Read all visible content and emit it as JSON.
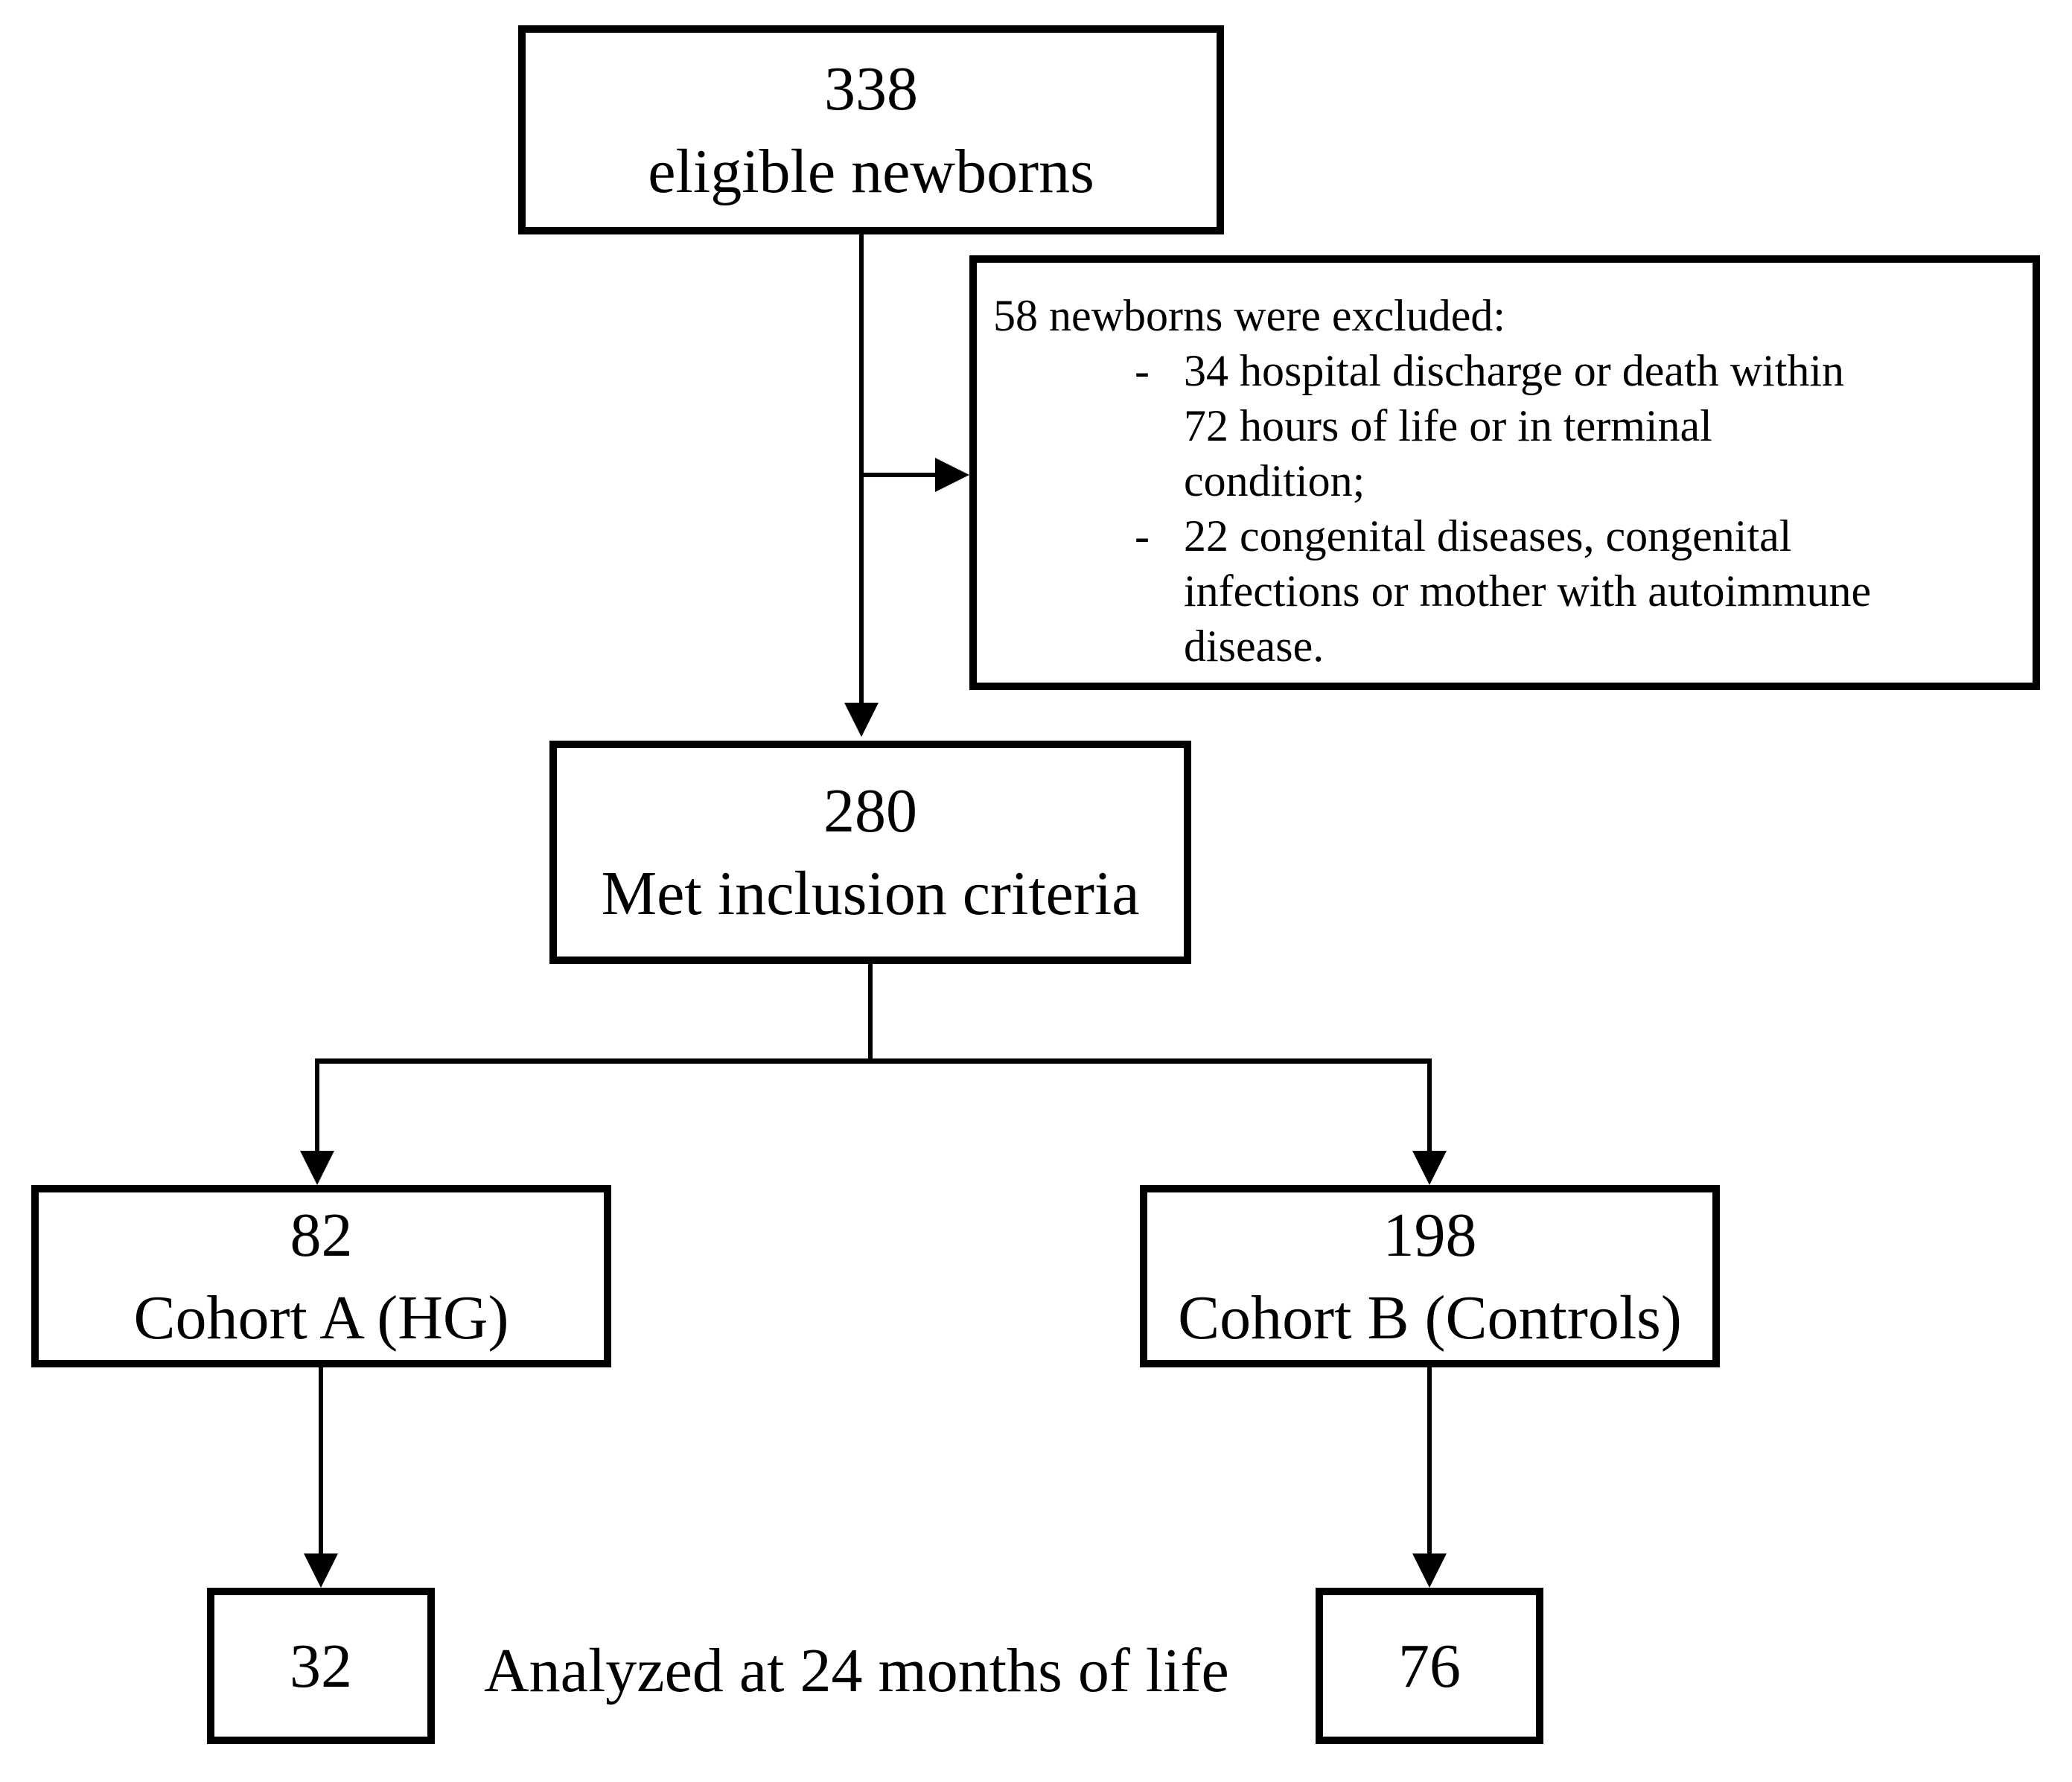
{
  "flowchart": {
    "eligible": {
      "count": "338",
      "label": "eligible newborns"
    },
    "excluded": {
      "intro": "58 newborns were excluded:",
      "items": [
        {
          "dash": "-",
          "lines": [
            "34 hospital discharge or death within",
            "72 hours of life or in terminal",
            "condition;"
          ]
        },
        {
          "dash": "-",
          "lines": [
            "22 congenital diseases, congenital",
            "infections or mother with autoimmune",
            "disease."
          ]
        }
      ]
    },
    "inclusion": {
      "count": "280",
      "label": "Met inclusion criteria"
    },
    "cohort_a": {
      "count": "82",
      "label": "Cohort A (HG)"
    },
    "cohort_b": {
      "count": "198",
      "label": "Cohort B (Controls)"
    },
    "analyzed": {
      "label": "Analyzed at 24 months of life",
      "cohort_a_count": "32",
      "cohort_b_count": "76"
    }
  }
}
